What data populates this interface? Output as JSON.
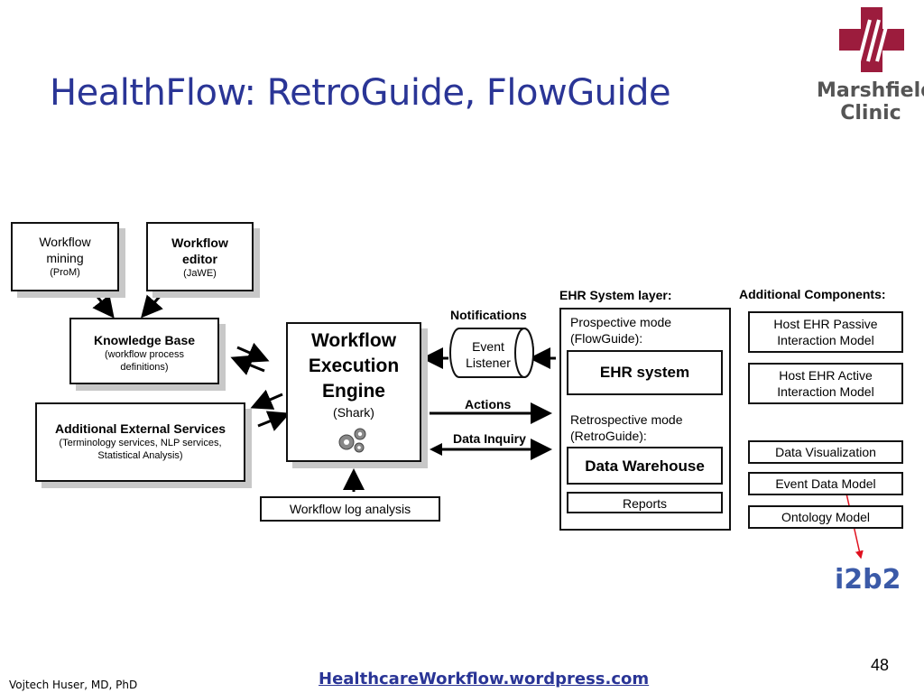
{
  "title": "HealthFlow: RetroGuide, FlowGuide",
  "logo": {
    "line1": "Marshfield",
    "line2": "Clinic"
  },
  "workflow_mining": {
    "line1": "Workflow",
    "line2": "mining",
    "sub": "(ProM)"
  },
  "workflow_editor": {
    "line1": "Workflow",
    "line2": "editor",
    "sub": "(JaWE)"
  },
  "knowledge_base": {
    "title": "Knowledge Base",
    "sub1": "(workflow process",
    "sub2": "definitions)"
  },
  "external_services": {
    "title": "Additional External Services",
    "sub1": "(Terminology services, NLP services,",
    "sub2": "Statistical Analysis)"
  },
  "engine": {
    "line1": "Workflow",
    "line2": "Execution",
    "line3": "Engine",
    "sub": "(Shark)"
  },
  "log_analysis": "Workflow log analysis",
  "event_listener": {
    "line1": "Event",
    "line2": "Listener"
  },
  "labels": {
    "notifications": "Notifications",
    "actions": "Actions",
    "data_inquiry": "Data Inquiry"
  },
  "ehr_layer": {
    "title": "EHR System layer:",
    "prospective_1": "Prospective mode",
    "prospective_2": "(FlowGuide):",
    "ehr_system": "EHR system",
    "retrospective_1": "Retrospective mode",
    "retrospective_2": "(RetroGuide):",
    "data_warehouse": "Data Warehouse",
    "reports": "Reports"
  },
  "additional_components": {
    "title": "Additional Components:",
    "passive_1": "Host EHR Passive",
    "passive_2": "Interaction Model",
    "active_1": "Host EHR Active",
    "active_2": "Interaction Model",
    "data_viz": "Data Visualization",
    "event_model": "Event Data Model",
    "ontology": "Ontology Model"
  },
  "i2b2": "i2b2",
  "footer": {
    "author": "Vojtech Huser, MD, PhD",
    "link": "HealthcareWorkflow.wordpress.com",
    "page": "48"
  },
  "colors": {
    "title": "#2a3596",
    "logo": "#9c1c3d",
    "i2b2": "#3b5aa8",
    "red_arrow": "#e0101e"
  }
}
